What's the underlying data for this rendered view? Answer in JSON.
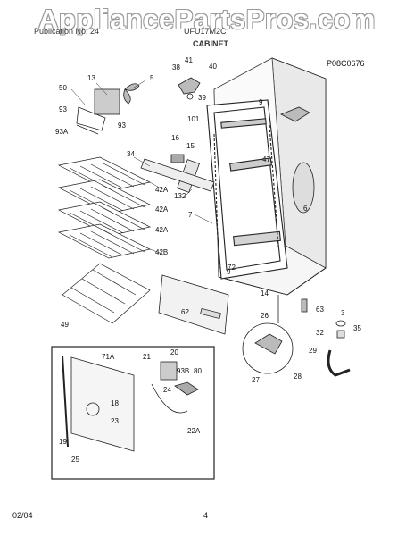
{
  "watermark": "AppliancePartsPros.com",
  "header": {
    "left": "Publication No: 24",
    "center": "UFU17M2C",
    "section": "CABINET"
  },
  "diagram_code": "P08C0676",
  "footer": {
    "date": "02/04",
    "page": "4"
  },
  "callouts": {
    "c41": "41",
    "c38": "38",
    "c40": "40",
    "c39": "39",
    "c101": "101",
    "c13": "13",
    "c5": "5",
    "c50": "50",
    "c93a": "93",
    "c93b": "93",
    "c93A": "93A",
    "c16": "16",
    "c15": "15",
    "c9a": "9",
    "c47": "47",
    "c34": "34",
    "c132": "132",
    "c7": "7",
    "c6": "6",
    "c42Aa": "42A",
    "c42Ab": "42A",
    "c42Ac": "42A",
    "c42B": "42B",
    "c72": "72",
    "c9b": "9",
    "c14": "14",
    "c49": "49",
    "c62": "62",
    "c26": "26",
    "c63": "63",
    "c3": "3",
    "c32": "32",
    "c35": "35",
    "c29": "29",
    "c27": "27",
    "c28": "28",
    "c20": "20",
    "c71A": "71A",
    "c21": "21",
    "c93B": "93B",
    "c80": "80",
    "c24": "24",
    "c18": "18",
    "c23": "23",
    "c22A": "22A",
    "c19": "19",
    "c25": "25"
  }
}
